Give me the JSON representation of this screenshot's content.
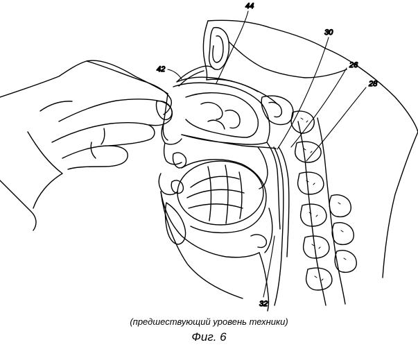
{
  "references": {
    "r44": "44",
    "r42": "42",
    "r30": "30",
    "r26": "26",
    "r28": "28",
    "r32": "32"
  },
  "caption": {
    "prior_art": "(предшествующий уровень техники)",
    "figure_label": "Фиг. 6"
  }
}
